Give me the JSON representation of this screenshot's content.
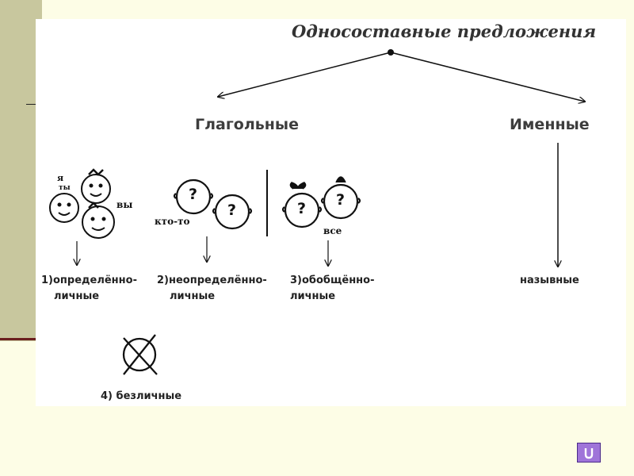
{
  "diagram": {
    "title": "Односоставные предложения",
    "branch_verbal": "Глагольные",
    "branch_nominal": "Именные",
    "types": {
      "definite": {
        "line1": "1)определённо-",
        "line2": "личные"
      },
      "indefinite": {
        "line1": "2)неопределённо-",
        "line2": "личные"
      },
      "generalized": {
        "line1": "3)обобщённо-",
        "line2": "личные"
      },
      "impersonal": "4) безличные",
      "nominative": "назывные"
    },
    "pictograms": {
      "pronoun_ya": "я",
      "pronoun_ty": "ты",
      "pronoun_vy": "вы",
      "pronoun_kto_to": "кто-то",
      "pronoun_vse": "все",
      "question_mark": "?"
    }
  },
  "colors": {
    "background": "#fdfde6",
    "panel": "#ffffff",
    "sidebar": "#c8c79e",
    "accent_line": "#6b1f1f",
    "nav_button": "#9f74d9"
  },
  "icons": [
    "return-icon",
    "crossed-face-icon",
    "face-icon"
  ]
}
